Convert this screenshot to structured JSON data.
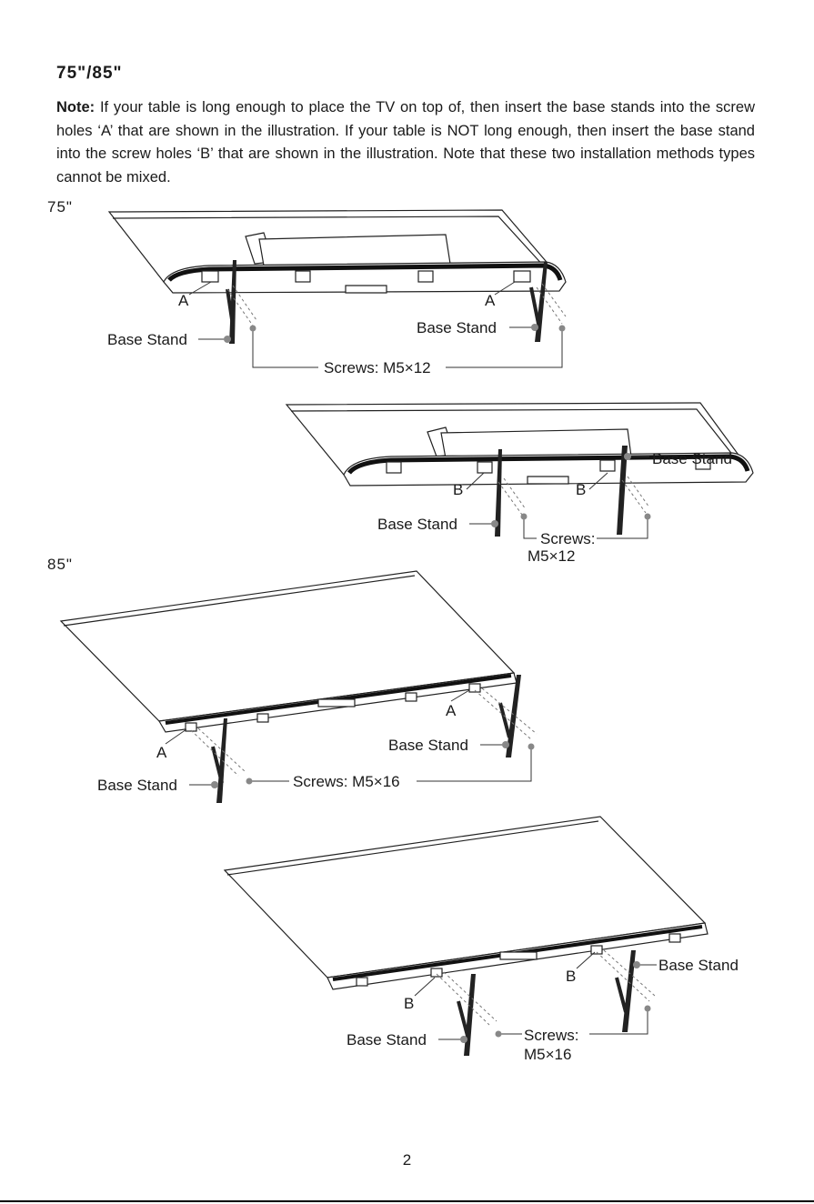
{
  "heading": "75\"/85\"",
  "note": {
    "bold": "Note:",
    "text": " If your table is long enough to place the TV on top of, then insert the base stands into the screw holes ‘A’ that are shown in the illustration. If your table is NOT long enough, then insert the base stand into the screw holes ‘B’ that are shown in the illustration. Note that these two installation methods types cannot be mixed."
  },
  "section_75": {
    "label": "75\"",
    "figure_a": {
      "hole_label_left": "A",
      "hole_label_right": "A",
      "stand_left": "Base Stand",
      "stand_right": "Base Stand",
      "screws": "Screws: M5×12"
    },
    "figure_b": {
      "hole_label_left": "B",
      "hole_label_right": "B",
      "stand_left": "Base Stand",
      "stand_right": "Base Stand",
      "screws_line1": "Screws:",
      "screws_line2": "M5×12"
    }
  },
  "section_85": {
    "label": "85\"",
    "figure_a": {
      "hole_label_left": "A",
      "hole_label_right": "A",
      "stand_left": "Base Stand",
      "stand_right": "Base Stand",
      "screws": "Screws: M5×16"
    },
    "figure_b": {
      "hole_label_left": "B",
      "hole_label_right": "B",
      "stand_left": "Base Stand",
      "stand_right": "Base Stand",
      "screws_line1": "Screws:",
      "screws_line2": "M5×16"
    }
  },
  "page_number": "2"
}
